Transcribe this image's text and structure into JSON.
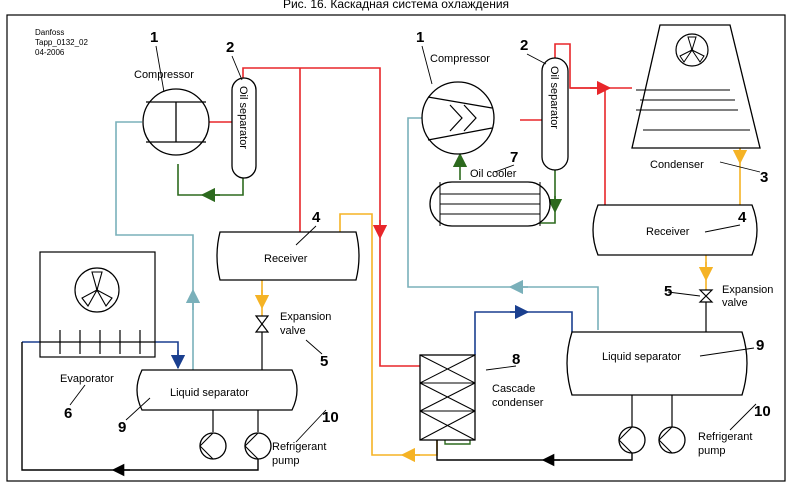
{
  "title": "Рис. 16. Каскадная система охлаждения",
  "meta": {
    "brand": "Danfoss",
    "code": "Tapp_0132_02",
    "date": "04-2006"
  },
  "labels": {
    "compressor_left": "Compressor",
    "compressor_right": "Compressor",
    "oil_sep_left": "Oil separator",
    "oil_sep_right": "Oil separator",
    "condenser": "Condenser",
    "oil_cooler": "Oil cooler",
    "receiver_left": "Receiver",
    "receiver_right": "Receiver",
    "expansion_left_1": "Expansion",
    "expansion_left_2": "valve",
    "expansion_right_1": "Expansion",
    "expansion_right_2": "valve",
    "evaporator": "Evaporator",
    "liquid_sep_left": "Liquid separator",
    "liquid_sep_right": "Liquid separator",
    "cascade_1": "Cascade",
    "cascade_2": "condenser",
    "pump_left_1": "Refrigerant",
    "pump_left_2": "pump",
    "pump_right_1": "Refrigerant",
    "pump_right_2": "pump"
  },
  "numbers": {
    "n1_left": "1",
    "n2_left": "2",
    "n1_right": "1",
    "n2_right": "2",
    "n3": "3",
    "n4_left": "4",
    "n4_right": "4",
    "n5_left": "5",
    "n5_right": "5",
    "n6": "6",
    "n7": "7",
    "n8": "8",
    "n9_left": "9",
    "n9_right": "9",
    "n10_left": "10",
    "n10_right": "10"
  },
  "colors": {
    "discharge": "#e8262a",
    "liquid": "#f5b325",
    "suction": "#7ab0ba",
    "cold_liquid": "#1a3f8f",
    "oil": "#2d6a1e",
    "outline": "#000000"
  }
}
